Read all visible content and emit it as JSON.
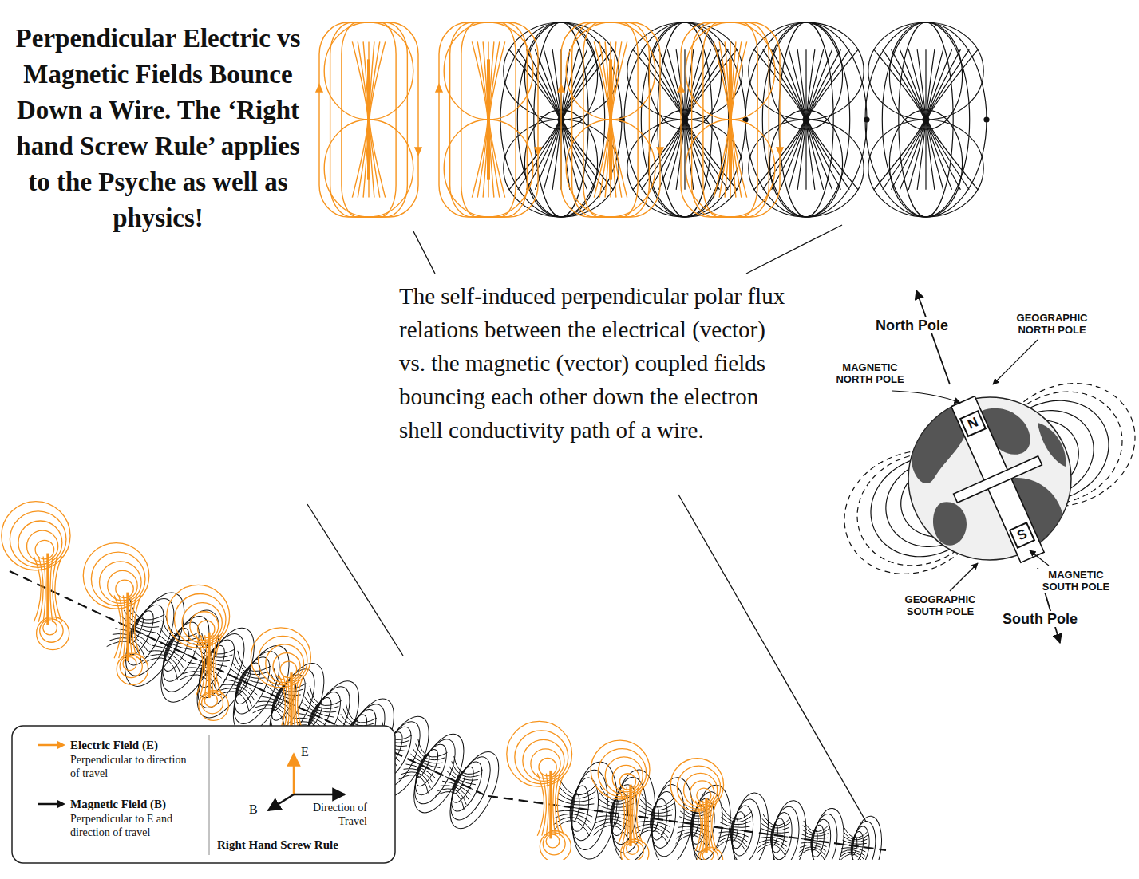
{
  "diagram": {
    "title": "Perpendicular Electric vs Magnetic Fields Bounce Down a Wire. The ‘Right hand Screw Rule’ applies to the Psyche as well as physics!",
    "nodes": [
      {
        "text": [
          "N"
        ]
      },
      {
        "text": [
          "S"
        ]
      }
    ],
    "labels": [
      "The self-induced perpendicular polar flux relations between the electrical (vector) vs. the magnetic (vector) coupled fields bouncing each other down the electron shell conductivity path of a wire.",
      "North Pole",
      "GEOGRAPHIC NORTH POLE",
      "MAGNETIC NORTH POLE",
      "MAGNETIC SOUTH POLE",
      "GEOGRAPHIC SOUTH POLE",
      "South Pole",
      "Perpendicular to direction of travel",
      "Perpendicular to E and direction of travel",
      "E",
      "B",
      "Direction of Travel",
      "Right Hand Screw Rule"
    ],
    "legend": [
      {
        "text": "Electric Field (E)",
        "color": "#f7941d"
      },
      {
        "text": "Magnetic Field (B)",
        "color": "#111111"
      }
    ]
  }
}
